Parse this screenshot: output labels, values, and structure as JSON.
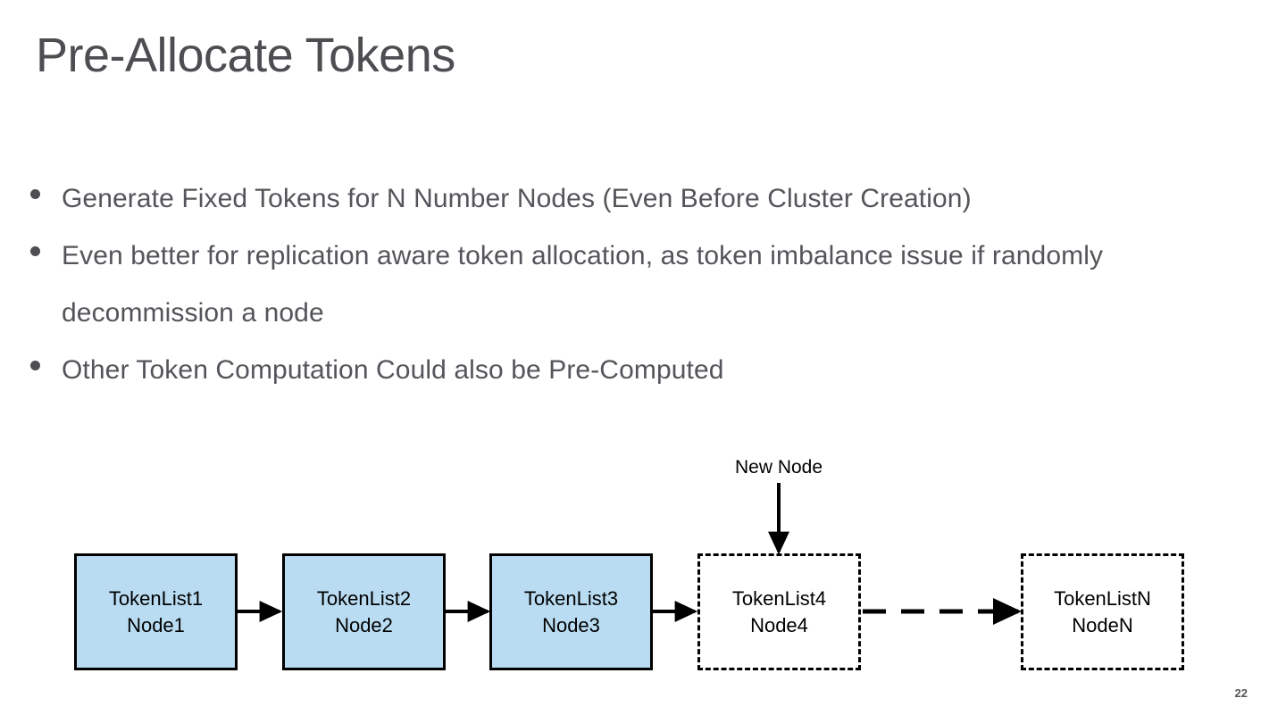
{
  "slide": {
    "title": "Pre-Allocate Tokens",
    "page_number": "22",
    "background_color": "#ffffff",
    "title_color": "#4d4d52",
    "body_color": "#54545a"
  },
  "bullets": [
    {
      "text": "Generate Fixed Tokens for N Number Nodes (Even Before Cluster Creation)"
    },
    {
      "text": "Even better for replication aware token allocation, as token imbalance issue if randomly decommission a node"
    },
    {
      "text": "Other Token Computation Could also be Pre-Computed"
    }
  ],
  "diagram": {
    "annotation": "New Node",
    "node_fill_existing": "#b9dcf2",
    "node_fill_new": "#ffffff",
    "nodes": [
      {
        "token_list": "TokenList1",
        "node": "Node1",
        "style": "solid"
      },
      {
        "token_list": "TokenList2",
        "node": "Node2",
        "style": "solid"
      },
      {
        "token_list": "TokenList3",
        "node": "Node3",
        "style": "solid"
      },
      {
        "token_list": "TokenList4",
        "node": "Node4",
        "style": "dashed"
      },
      {
        "token_list": "TokenListN",
        "node": "NodeN",
        "style": "dashed"
      }
    ]
  }
}
